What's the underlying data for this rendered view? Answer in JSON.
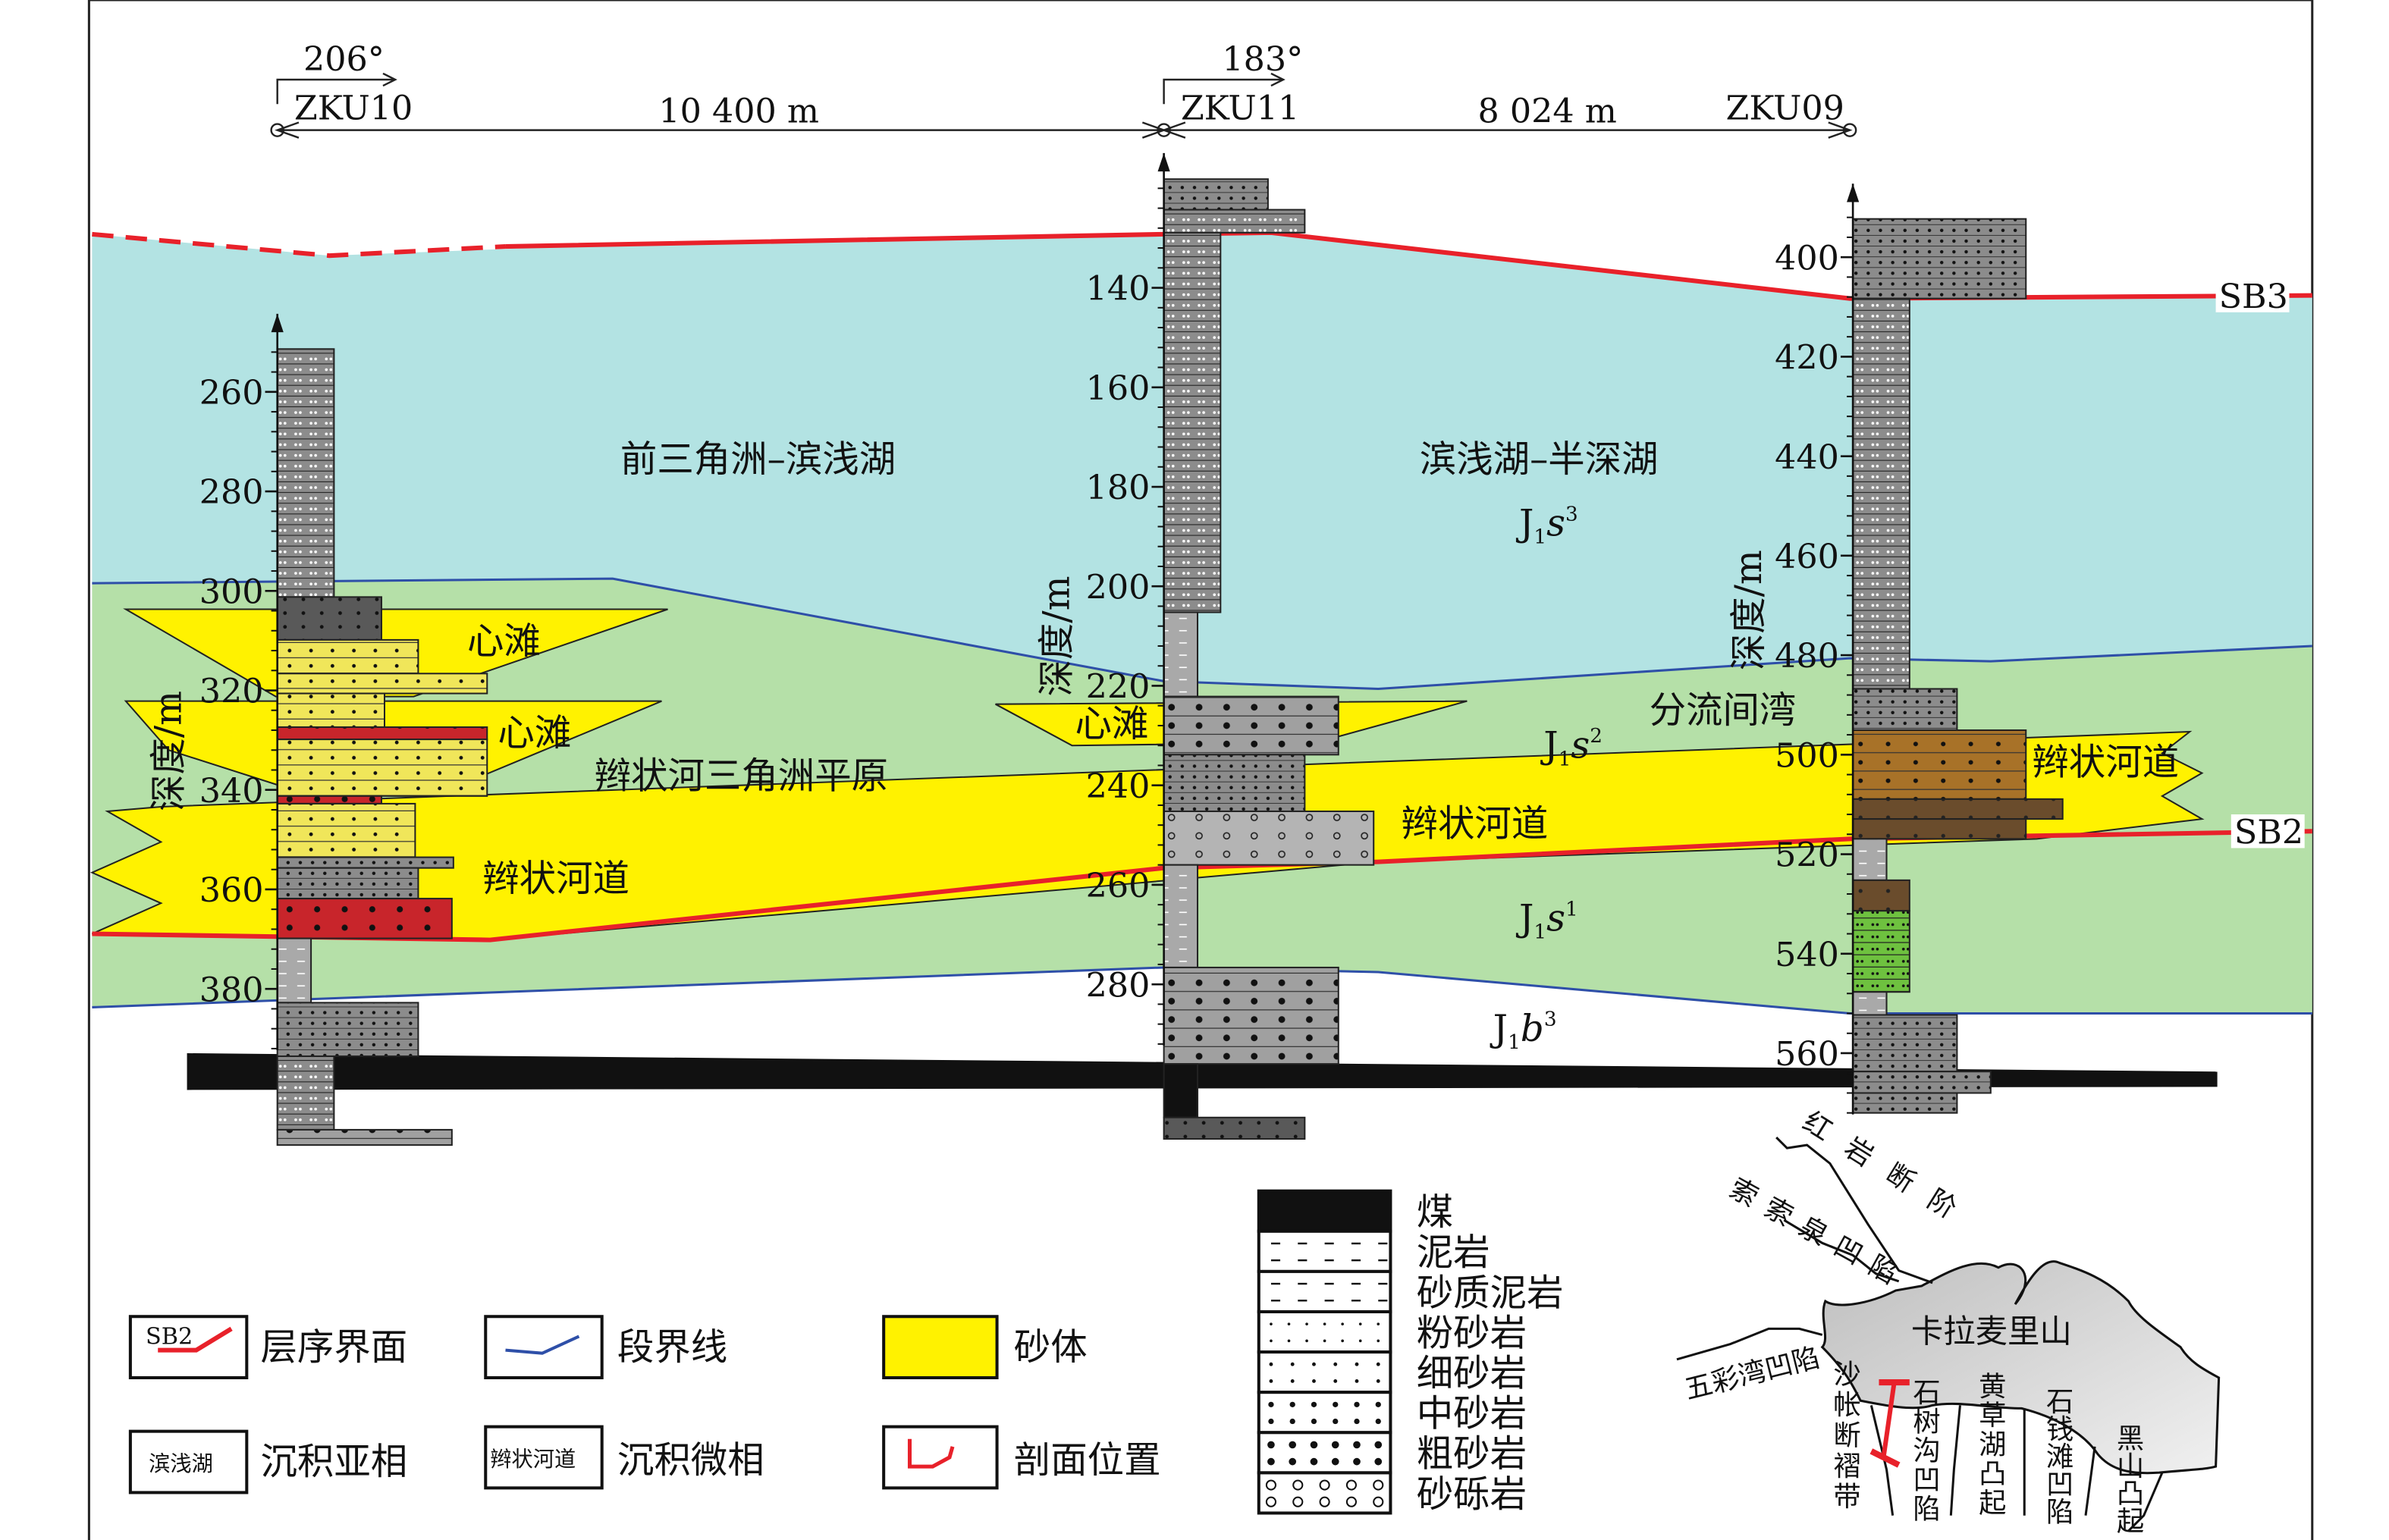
{
  "header": {
    "wells": [
      {
        "name": "ZKU10",
        "azimuth": "206°"
      },
      {
        "name": "ZKU11",
        "azimuth": "183°"
      },
      {
        "name": "ZKU09"
      }
    ],
    "distances": [
      "10 400 m",
      "8 024 m"
    ]
  },
  "depth_axis_title": "深度/m",
  "depth_ticks": {
    "ZKU10": [
      "260",
      "280",
      "300",
      "320",
      "340",
      "360",
      "380"
    ],
    "ZKU11": [
      "140",
      "160",
      "180",
      "200",
      "220",
      "240",
      "260",
      "280"
    ],
    "ZKU09": [
      "400",
      "420",
      "440",
      "460",
      "480",
      "500",
      "520",
      "540",
      "560"
    ]
  },
  "section_labels": {
    "facies_upper_left": "前三角洲–滨浅湖",
    "facies_upper_right": "滨浅湖–半深湖",
    "j1s3": {
      "base": "J",
      "sub": "1",
      "mid": "s",
      "sup": "3"
    },
    "j1s2": {
      "base": "J",
      "sub": "1",
      "mid": "s",
      "sup": "2"
    },
    "j1s1": {
      "base": "J",
      "sub": "1",
      "mid": "s",
      "sup": "1"
    },
    "j1b3": {
      "base": "J",
      "sub": "1",
      "mid": "b",
      "sup": "3"
    },
    "bar1": "心滩",
    "bar2": "心滩",
    "bar3": "心滩",
    "delta_plain": "辫状河三角洲平原",
    "interdistributary_bay": "分流间湾",
    "channel1": "辫状河道",
    "channel2": "辫状河道",
    "channel3": "辫状河道",
    "sb3": "SB3",
    "sb2": "SB2"
  },
  "legend": [
    {
      "symbol_text": "SB2",
      "label": "层序界面"
    },
    {
      "label": "段界线"
    },
    {
      "label": "砂体"
    },
    {
      "symbol_text": "滨浅湖",
      "label": "沉积亚相"
    },
    {
      "symbol_text": "辫状河道",
      "label": "沉积微相"
    },
    {
      "label": "剖面位置"
    }
  ],
  "lithology_legend": [
    "煤",
    "泥岩",
    "砂质泥岩",
    "粉砂岩",
    "细砂岩",
    "中砂岩",
    "粗砂岩",
    "砂砾岩"
  ],
  "map_labels": {
    "karamaili": "卡拉麦里山",
    "hongyan": "红岩断阶",
    "suosuoquan": "索索泉凹陷",
    "wucaiwan": "五彩湾凹陷",
    "shazhang": "沙帐断褶带",
    "shishugou": "石树沟凹陷",
    "huangcaohu": "黄草湖凸起",
    "shiqiantan": "石钱滩凹陷",
    "heishan": "黑山凸起"
  },
  "colors": {
    "lake": "#b3e3e3",
    "plain": "#b5e0a8",
    "sand": "#fff200",
    "boundary_red": "#e8212a",
    "boundary_blue": "#2e4fa8",
    "column_gray": "#a6a6a6"
  }
}
